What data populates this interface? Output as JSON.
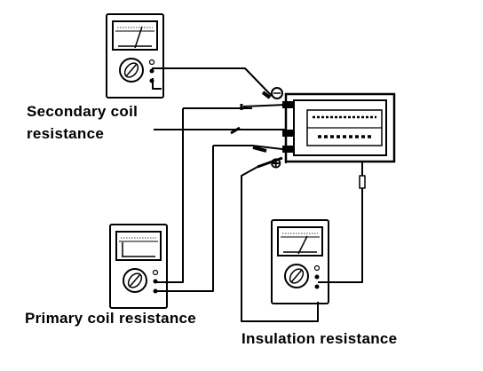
{
  "labels": {
    "secondary_line1": "Secondary coil",
    "secondary_line2": "resistance",
    "primary": "Primary coil resistance",
    "insulation": "Insulation resistance"
  },
  "terminals": {
    "positive": "⊕"
  },
  "colors": {
    "ink": "#000000",
    "paper": "#ffffff"
  }
}
